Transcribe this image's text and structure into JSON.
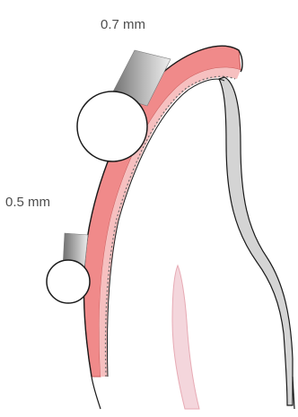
{
  "figure": {
    "labels": {
      "upper_measurement": "0.7 mm",
      "lower_measurement": "0.5 mm"
    },
    "colors": {
      "veneer_fill": "#f08a8a",
      "veneer_light": "#f6b3b3",
      "enamel_fill": "#d4d4d4",
      "pulp_fill": "#f4d6dc",
      "outline": "#1a1a1a",
      "probe_shaft": "#8a8a8a",
      "dotted_line": "#6a6a6a"
    },
    "elements": {
      "probe_tips": [
        "large-probe-tip",
        "small-probe-tip"
      ],
      "layers": [
        "veneer-layer",
        "enamel-layer",
        "dentin-body",
        "pulp-canal"
      ]
    }
  }
}
